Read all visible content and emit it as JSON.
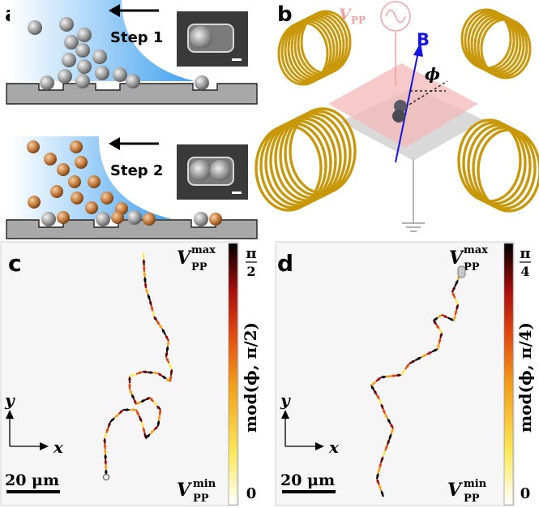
{
  "panels": {
    "a": {
      "letter": "a",
      "step1_label": "Step 1",
      "step2_label": "Step 2",
      "colors": {
        "liquid": "#3fa0ee",
        "substrate": "#a8a8a8",
        "grey_particle": "#9a9a9a",
        "copper_particle": "#c0783a"
      }
    },
    "b": {
      "letter": "b",
      "voltage_label": "V",
      "voltage_sub": "PP",
      "field_label": "B",
      "angle_label": "ϕ",
      "colors": {
        "coil": "#c8980a",
        "field": "#1515e0",
        "voltage": "#f0a0a0",
        "plane": "#f4b8b8"
      }
    },
    "c": {
      "letter": "c",
      "vmax_label": "V",
      "vmax_sub": "PP",
      "vmax_sup": "max",
      "vmin_label": "V",
      "vmin_sub": "PP",
      "vmin_sup": "min",
      "colorbar_top": "π",
      "colorbar_top_den": "2",
      "colorbar_bottom": "0",
      "colorbar_title": "mod(ϕ, π/2)",
      "axis_y": "y",
      "axis_x": "x",
      "scalebar": "20 μm"
    },
    "d": {
      "letter": "d",
      "vmax_label": "V",
      "vmax_sub": "PP",
      "vmax_sup": "max",
      "vmin_label": "V",
      "vmin_sub": "PP",
      "vmin_sup": "min",
      "colorbar_top": "π",
      "colorbar_top_den": "4",
      "colorbar_bottom": "0",
      "colorbar_title": "mod(ϕ, π/4)",
      "axis_y": "y",
      "axis_x": "x",
      "scalebar": "20 μm"
    }
  },
  "colormap": [
    "#000000",
    "#5a0000",
    "#a80d0d",
    "#e04a10",
    "#f2a21c",
    "#fbe85a",
    "#ffffff"
  ]
}
